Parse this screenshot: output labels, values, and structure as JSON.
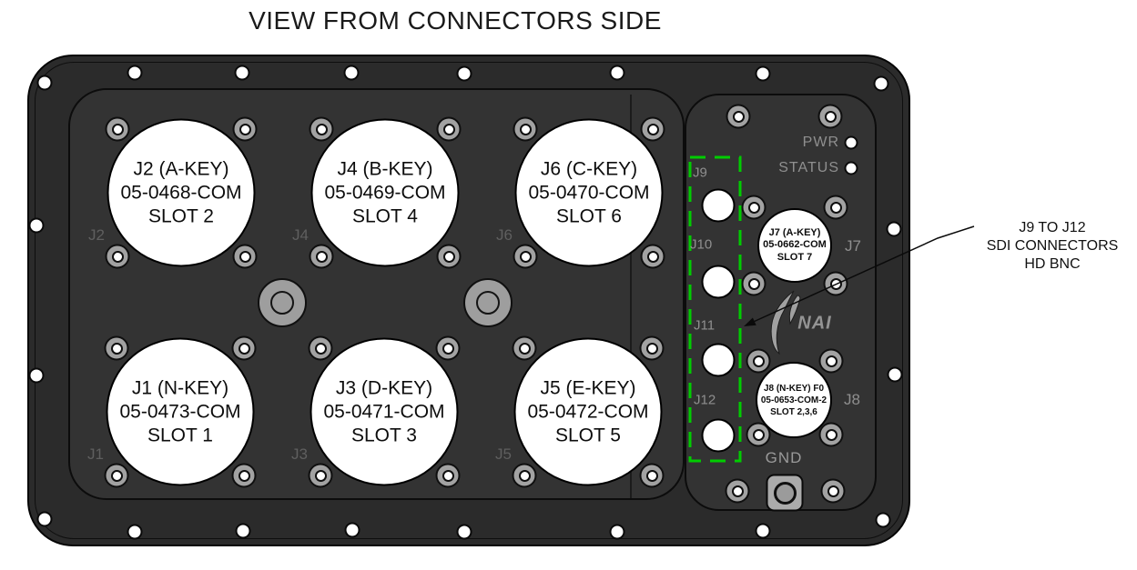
{
  "title": "VIEW FROM CONNECTORS SIDE",
  "connectors": {
    "j1": {
      "name": "J1 (N-KEY)",
      "part": "05-0473-COM",
      "slot": "SLOT 1",
      "ref": "J1"
    },
    "j2": {
      "name": "J2 (A-KEY)",
      "part": "05-0468-COM",
      "slot": "SLOT 2",
      "ref": "J2"
    },
    "j3": {
      "name": "J3 (D-KEY)",
      "part": "05-0471-COM",
      "slot": "SLOT 3",
      "ref": "J3"
    },
    "j4": {
      "name": "J4 (B-KEY)",
      "part": "05-0469-COM",
      "slot": "SLOT 4",
      "ref": "J4"
    },
    "j5": {
      "name": "J5 (E-KEY)",
      "part": "05-0472-COM",
      "slot": "SLOT 5",
      "ref": "J5"
    },
    "j6": {
      "name": "J6 (C-KEY)",
      "part": "05-0470-COM",
      "slot": "SLOT 6",
      "ref": "J6"
    },
    "j7": {
      "name": "J7 (A-KEY)",
      "part": "05-0662-COM",
      "slot": "SLOT 7",
      "ref": "J7"
    },
    "j8": {
      "name": "J8 (N-KEY) F0",
      "part": "05-0653-COM-2",
      "slot": "SLOT 2,3,6",
      "ref": "J8"
    }
  },
  "sdi_connectors": {
    "j9": "J9",
    "j10": "J10",
    "j11": "J11",
    "j12": "J12"
  },
  "indicators": {
    "pwr": "PWR",
    "status": "STATUS"
  },
  "ground": {
    "label": "GND"
  },
  "logo": {
    "text": "NAI"
  },
  "annotation": {
    "line1": "J9 TO J12",
    "line2": "SDI CONNECTORS",
    "line3": "HD BNC"
  },
  "colors": {
    "panel": "#2b2b2b",
    "panel_inner": "#333333",
    "sdi_box_green": "#00cc00",
    "engraved_label": "#8f8f8f",
    "connector_fill": "#ffffff"
  }
}
